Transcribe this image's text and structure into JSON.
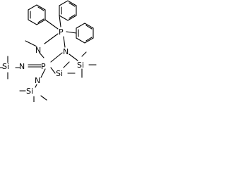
{
  "molecule": {
    "atoms": {
      "p_upper": "P",
      "p_lower": "P",
      "n_methyl": "N",
      "n_ring_right": "N",
      "n_imino": "N",
      "n_lower": "N",
      "n_left_label": "N",
      "n_right_label": "N",
      "si_left": "Si",
      "si_right": "Si",
      "si_lower": "Si",
      "si_mid": "Si"
    },
    "colors": {
      "bond": "#000000",
      "label": "#000000",
      "background": "#ffffff"
    }
  }
}
